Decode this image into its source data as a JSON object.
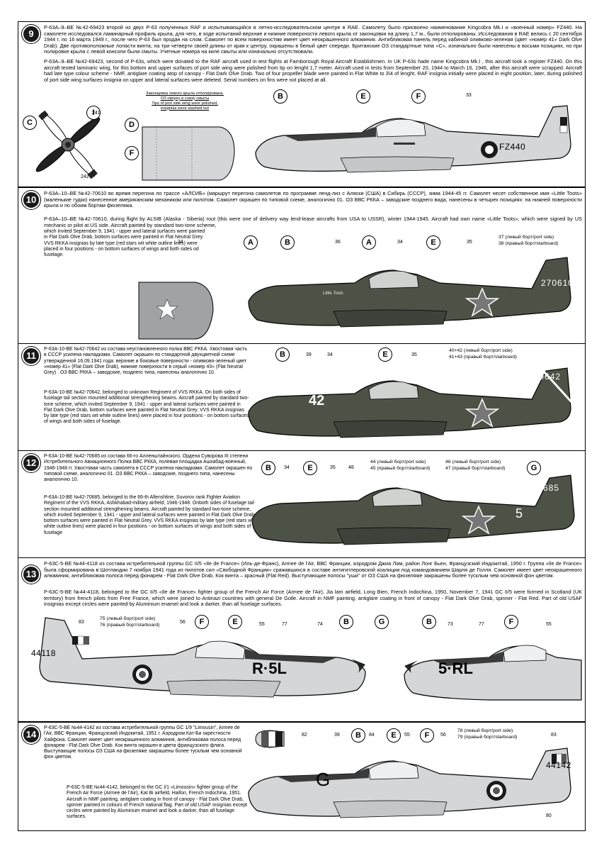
{
  "sections": [
    {
      "number": "9",
      "text_ru": "P-63A–9–BE №42-69423 второй из двух P-63 полученных RAF и испытывающийся в летно-исследовательском центре в RAE. Самолету было присвоено наименование Kingcobra Mk.I и «военный номер» FZ440. На самолете исследовался ламинарный профиль крыла, для чего, в ходе испытаний верхние и нижние поверхности левого крыла от законцовки на длину 1,7 м., были отполированы. Исследования в RAE велись с 20 сентября 1944 г. по 16 марта 1949 г., после чего P-63 был продан на слом. Самолет по всем поверхностям имеет цвет неокрашенного алюминия. Антибликовая панель перед кабиной оливково-зеленая (цвет «номер 41» Dark Olve Drab). Две противоположные лопасти винта, на три четверти своей длины от края к центру, окрашены в белый цвет спереди. Британские ОЗ стандартные типа «C», изначально были нанесены в восьми позициях, но при полировке крыла с левой консоли были смыты. Учетные номера на киле смыты или изначально отсутствовали.",
      "text_en": "P-63A–9–BE №42-69423, second of P-63s, which were donated to the RAF aircraft used in test flights at Farnborough Royal Aircraft Establishmen. In UK P-63s hade name Kingcobra Mk.I , this aircraft took a register FZ440. On this aircraft tested laminaric wing, for this bottom and upper surfaces of port side wing were polished from tip on lenght 1,7 meter. Aircraft used in tests from September 20, 1944 to March 16, 1946, after this aircraft were scrapped. Aircraft had late type colour scheme - NMF, antiglare coating atop of canopy - Flat Dark Olve Drab. Two of four propeller blade were painted in Flat White to 3\\4 of lenght. RAF insignia initially were placed in eight position, later, during polished of port side wing surfaces insignia on upper and lateral surfaces were deleted. Serial numbers on fins were not placed at all.",
      "wing_note_ru": "Законцовка левого крыла отполирована. ОЗ сверху и снизу смыты",
      "wing_note_en": "Tips of port side wing were polished, insignias were washed out",
      "callouts": [
        "I",
        "C",
        "D",
        "F",
        "B",
        "E",
        "F"
      ],
      "numbers": [
        "241",
        "242",
        "33"
      ],
      "serial": "FZ440"
    },
    {
      "number": "10",
      "text_ru": "P-63A–10–BE №42-70610 во время перегона по трассе «АЛСИБ» (маршрут перегона самолетов по программе ленд-лиз с Аляски (США) в Сибирь (СССР), зима 1944-45 гг. Самолет несет собственное имя «Little Toots» (маленькие гудки) нанесенное американским механиком или пилотом. Самолет окрашен по типовой схеме, аналогично 01. ОЗ ВВС РККА – заводские позднего вида, нанесены в четырех позициях: на нижней поверхности крыла и по обоим бортам фюзеляжа.",
      "text_en_1": "P-63A–10–BE №42-70610, during flight by ALSIB (Alaska - Siberia) rout (this were one of delivery way lend-lease aircrafts from USA to USSR), winter 1944-1945. Aircraft had own name «Little Toots», which were signed by US mechanic or pilot at US side. Aircraft painted by standard two-tone scheme,",
      "text_en_2": "which invited September 9, 1941 - upper and lateral surfaces were painted in Flat Dark Olve Drab, bottom surfaces were painted in Flat Neutral Grey. VVS RKKA insignias by late type (red stars wit white outline lines) were placed in four positions - on bottom surfaces of wings and both sides od fuselage.",
      "callouts": [
        "A",
        "B",
        "A",
        "E"
      ],
      "numbers": [
        "34",
        "36",
        "34",
        "35"
      ],
      "legend": [
        "37 (левый борт/port side)",
        "38 (правый борт/starboard)"
      ],
      "nose_art": "Little Toots",
      "serial": "270610"
    },
    {
      "number": "11",
      "text_ru": "P-63A-10-BE №42-70642 из состава неустановленного полка ВВС РККА. Хвостовая часть в СССР усилена накладками. Самолет окрашен по стандартной двухцветной схеме утвержденной 16.09.1941 года: верхние и боковые поверхности - оливково-зеленый цвет «номер 41» (Flat Dark Olve Drab), нижние поверхности в серый «номер 43» (Flat Neutral Grey) . ОЗ ВВС РККА – заводские, позднего типа, нанесены аналогично 10.",
      "text_en": "P-63A-10-BE №42-70642, belonged to unknown Regiment of VVS RKKA. On both sides of fuselage tail section mounted additional strengthening beams. Aircraft painted by standard two-tone scheme, which invited September 9, 1941 - upper and lateral surfaces were painted in Flat Dark Olve Drab, bottom surfaces were painted in Flat Neutral Grey. VVS RKKA insignias by late type (red stars wit white outline lines) were placed in four positions - on bottom surfaces of wings and both sides of fuselage.",
      "callouts": [
        "B",
        "E"
      ],
      "numbers": [
        "39",
        "34",
        "35"
      ],
      "legend": [
        "40+42 (левый борт/port side)",
        "41+43 (правый борт/starboard)"
      ],
      "side_number": "42",
      "serial": "270642"
    },
    {
      "number": "12",
      "text_ru": "P-63A-10-BE №42-70685 из состава 66-го Алленштайнского, Ордена Суворова III степени Истребительного Авиационного Полка ВВС РККА, полевая площадка Ашхабад-военный, 1946-1948 гг. Хвостовая часть самолета в СССР усилена накладками. Самолет окрашен по типовой схеме, аналогично 01. ОЗ ВВС РККА – заводские, позднего типа, нанесены аналогично 10.",
      "text_en": "P-63A-10-BE №42-70685, belonged to the 66-th Allenshtine, Suvorov rank Fighter Aviation Regiment of the VVS RKKA, Ashkhabad-military airfield, 1946-1948. Onboth sides of fuselage tail section mounted additional strengthening beams. Aircraft painted by standard two-tone scheme, which invited September 9, 1941 - upper and lateral surfaces were painted in Flat Dark Olve Drab, bottom surfaces were painted in Flat Neutral Grey. VVS RKKA insignias by late type (red stars wit white outline lines) were placed in four positions - on bottom surfaces of wings and both sides of fuselage",
      "callouts": [
        "B",
        "E",
        "G"
      ],
      "numbers": [
        "34",
        "35",
        "48"
      ],
      "legend_left": [
        "44 (левый борт/port side)",
        "45 (правый борт/starboard)"
      ],
      "legend_right": [
        "46 (левый борт/port side)",
        "47 (правый борт/starboard)"
      ],
      "side_number": "5",
      "serial": "270685"
    },
    {
      "number": "13",
      "text_ru": "P-63C-5-BE №44-4118 из состава истребительной группы GC II/5 «Ile de France» (Иль-де-Франс), Armee de l'Air, ВВС Франции, аэродром Джиа Лам, район Лонг Бьен, Французский Индокитай, 1950 г. Группа «Ile de France» была сформирована в Шотландии 7 ноября 1941 года из пилотов сил «Свободной Франции» сражавшихся в составе антигитлеровской коалиции под командованием Шарля де Голля. Самолет имеет цвет неокрашенного алюминия, антибликовая полоса перед фонарем - Flat Dark Olve Drab. Кок винта – красный (Flat Red). Выступающие полосы \"уши\" от ОЗ США на фюзеляже закрашены более тусклым чем основной фон цветом.",
      "text_en": "P-63C-5-BE №44-4118, belonged to the GC II/5 «Ile de France» fighter group of the French Air Force (Armee de l'Air), Jia lam airfield, Long Bien, French Indochina, 1950, November 7, 1941 GC II/5 were formed in Scotland (UK territory) from french pilots from Free France, which were joined to Antinazi countries with general De Golle. Aircraft in NMF painting, antiglare coating in front of canopy - Flat Dark Olve Drab, spinner - Flat Red. Part of old USAF insignias except circles were painted by Aluminium enamel and look a darker, than all fuselage surfaces.",
      "callouts": [
        "F",
        "E",
        "B",
        "G",
        "B",
        "F"
      ],
      "numbers": [
        "83",
        "56",
        "55",
        "77",
        "74",
        "73",
        "77",
        "55"
      ],
      "legend": [
        "75 (левый борт/port side)",
        "76 (правый борт/starboard)"
      ],
      "code_left": "R·5L",
      "code_right": "5·RL",
      "serial": "44118"
    },
    {
      "number": "14",
      "text_ru": "P-63C-5-BE №44-4142 из состава истребительной группы GC 1/9 \"Limousin\", Armee de l'Air, ВВС Франции, Французский Индокитай, 1951 г. Аэродром Кат-Би окрестности Хайфона. Самолет имеет цвет неокрашенного алюминия, антибликовая полоса перед фонарем - Flat Dark Olve Drab. Кок винта окрашен в цвета французского флага. Выступающие полосы ОЗ США на фюзеляже закрашены более тусклым чем основной фон цветом.",
      "text_en": "P-63C-5-BE №44-4142, belonged to the GC I/1 «Limousin» fighter group of the French Air Force (Armee de l'Air), Kat Bi airfield, Haifon, French Indochina, 1951. Aircraft in NMF painting, antiglare coating in front of canopy - Flat Dark Olve Drab, spinner painted in colours of French national flag. Part of old USAF insignias except circles were painted by Aluminium enamel and look a darker, than all fuselage surfaces.",
      "callouts": [
        "B",
        "E",
        "F"
      ],
      "numbers": [
        "82",
        "39",
        "84",
        "55",
        "56",
        "83",
        "80"
      ],
      "legend": [
        "78 (левый борт/port side)",
        "79 (правый борт/starboard)"
      ],
      "code": "G",
      "serial": "44142"
    }
  ],
  "colors": {
    "olive_drab": "#545a4e",
    "aluminium": "#d4d6d8",
    "dark_panel": "#2b2b2b",
    "outline": "#000000"
  }
}
